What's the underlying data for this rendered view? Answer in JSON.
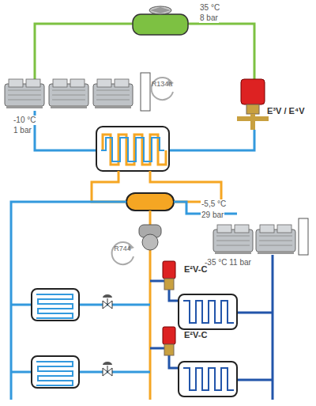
{
  "diagram": {
    "labels": [
      "35 °C",
      "8 bar",
      "R134a",
      "E³V / E⁴V",
      "-10 °C",
      "1 bar",
      "-5,5 °C",
      "29 bar",
      "R744",
      "-35 °C 11 bar",
      "E²V-C",
      "E²V-C"
    ]
  }
}
